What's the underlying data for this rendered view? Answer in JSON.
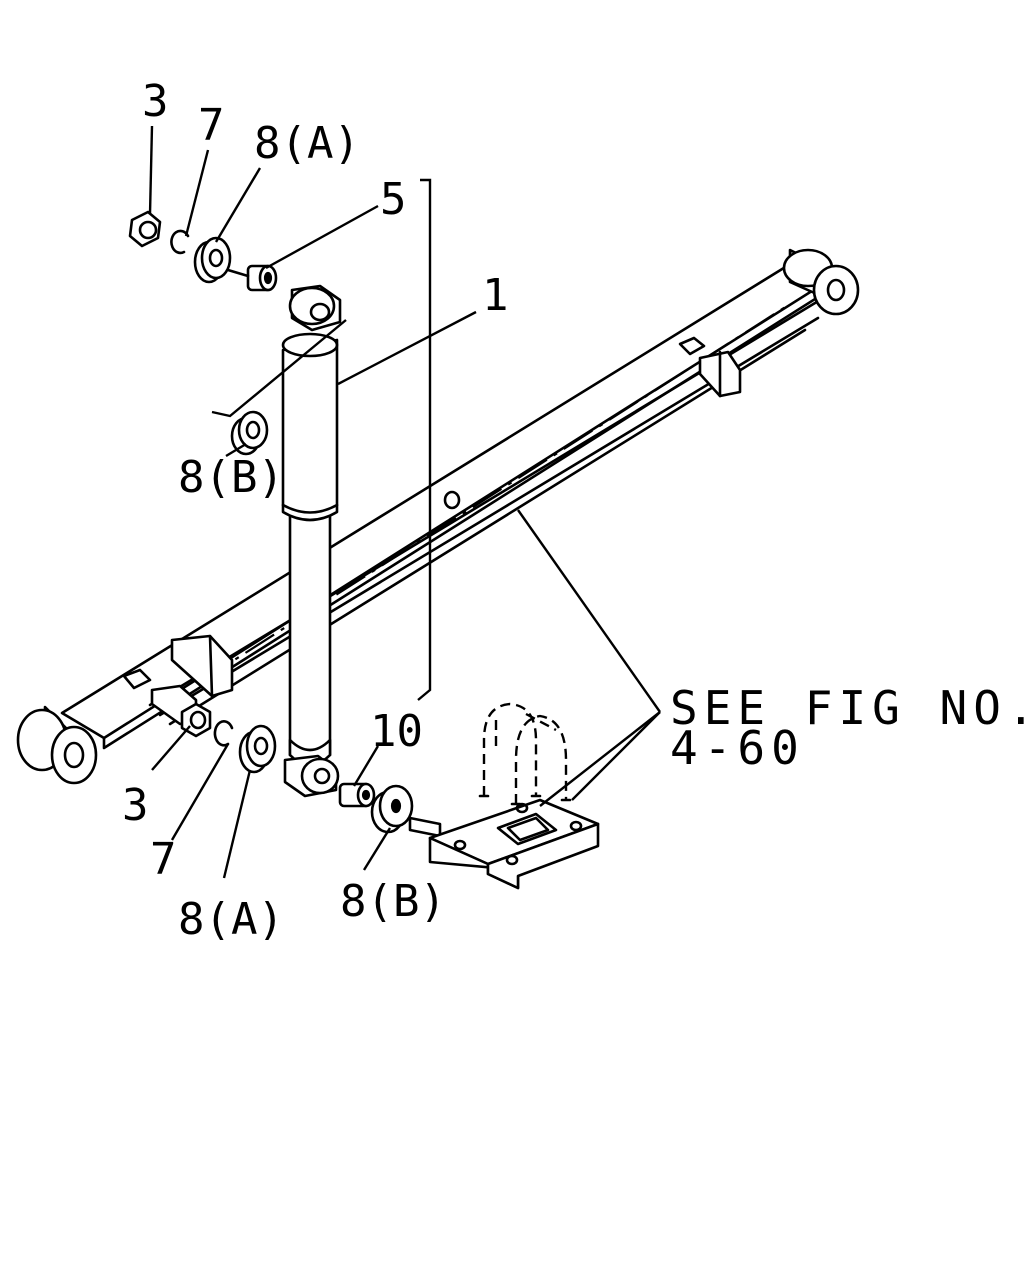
{
  "callouts": {
    "top_nut": "3",
    "top_ring": "7",
    "top_washer": "8(A)",
    "top_bushing": "5",
    "shock_absorber": "1",
    "upper_inner_washer": "8(B)",
    "bottom_nut": "3",
    "bottom_ring": "7",
    "bottom_washer": "8(A)",
    "bottom_bushing": "10",
    "lower_inner_washer": "8(B)"
  },
  "reference": {
    "line1": "SEE FIG NO.",
    "line2": "4-60"
  }
}
